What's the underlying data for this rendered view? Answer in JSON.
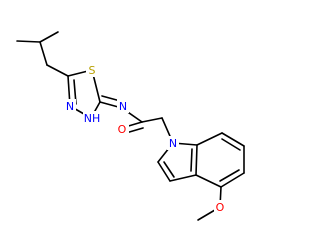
{
  "molecule": {
    "atoms": {
      "S": {
        "symbol": "S",
        "color": "#b8a000"
      },
      "N3": {
        "symbol": "N",
        "color": "#0000ff"
      },
      "NH": {
        "symbol": "NH",
        "color": "#0000ff"
      },
      "N_imine": {
        "symbol": "N",
        "color": "#0000ff"
      },
      "O_carbonyl": {
        "symbol": "O",
        "color": "#ff0000"
      },
      "N_indole": {
        "symbol": "N",
        "color": "#0000ff"
      },
      "O_methoxy": {
        "symbol": "O",
        "color": "#ff0000"
      }
    },
    "bond_color": "#000000"
  }
}
